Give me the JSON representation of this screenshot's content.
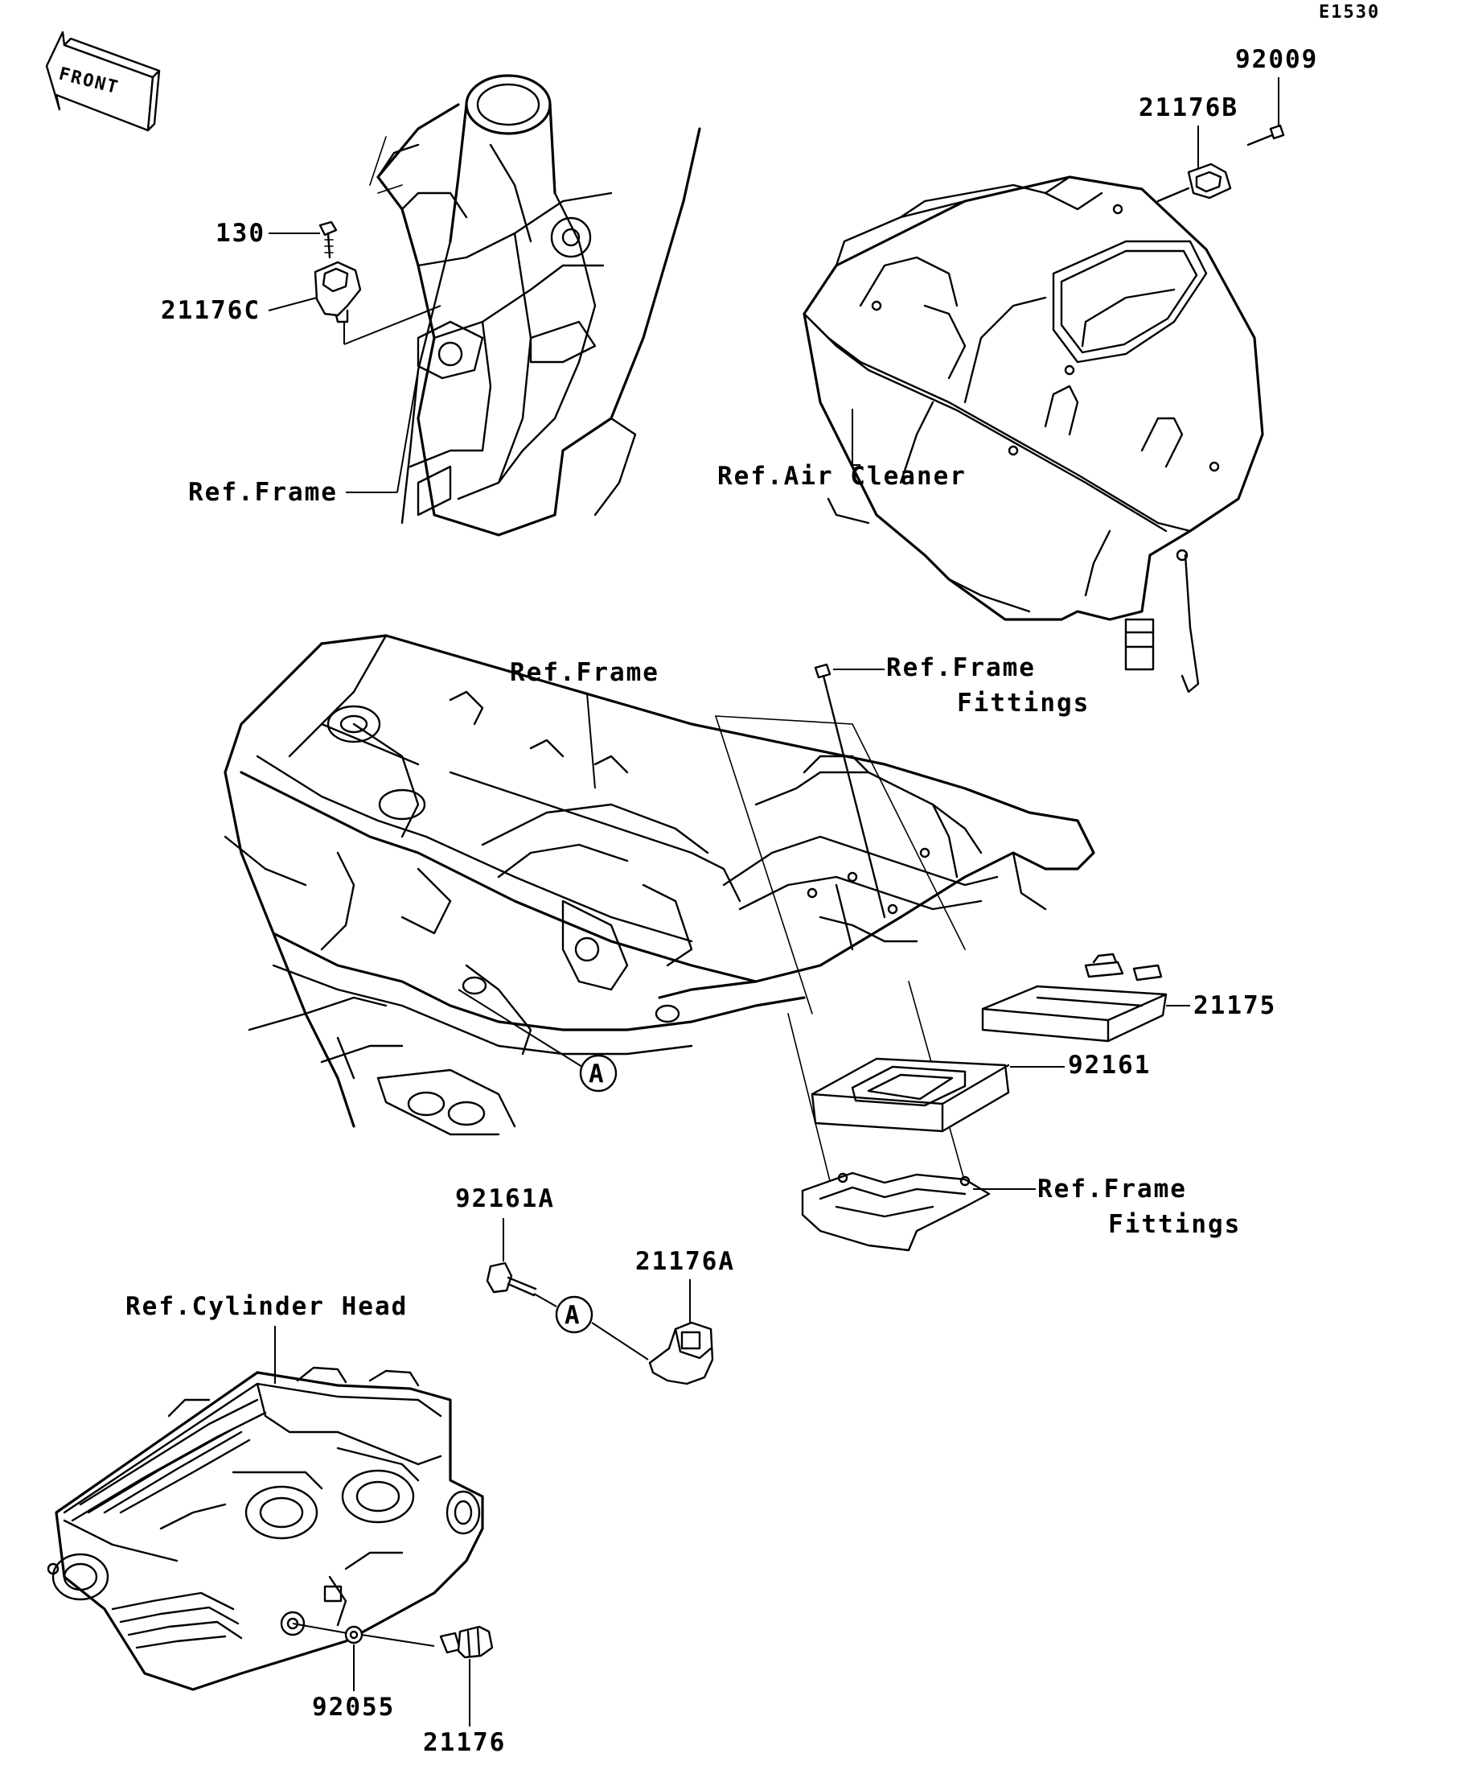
{
  "diagram_code": "E1530",
  "front_arrow": {
    "label": "FRONT",
    "icon": "front-direction-arrow-icon"
  },
  "callouts": {
    "p92009": "92009",
    "p21176B": "21176B",
    "p130": "130",
    "p21176C": "21176C",
    "ref_frame_top": "Ref.Frame",
    "ref_air_cleaner": "Ref.Air Cleaner",
    "ref_frame_mid": "Ref.Frame",
    "ref_frame_fittings_top_1": "Ref.Frame",
    "ref_frame_fittings_top_2": "Fittings",
    "p21175": "21175",
    "p92161": "92161",
    "marker_a_frame": "A",
    "ref_frame_fittings_bottom_1": "Ref.Frame",
    "ref_frame_fittings_bottom_2": "Fittings",
    "p92161A": "92161A",
    "p21176A": "21176A",
    "marker_a_bottom": "A",
    "ref_cylinder_head": "Ref.Cylinder Head",
    "p92055": "92055",
    "p21176": "21176"
  }
}
